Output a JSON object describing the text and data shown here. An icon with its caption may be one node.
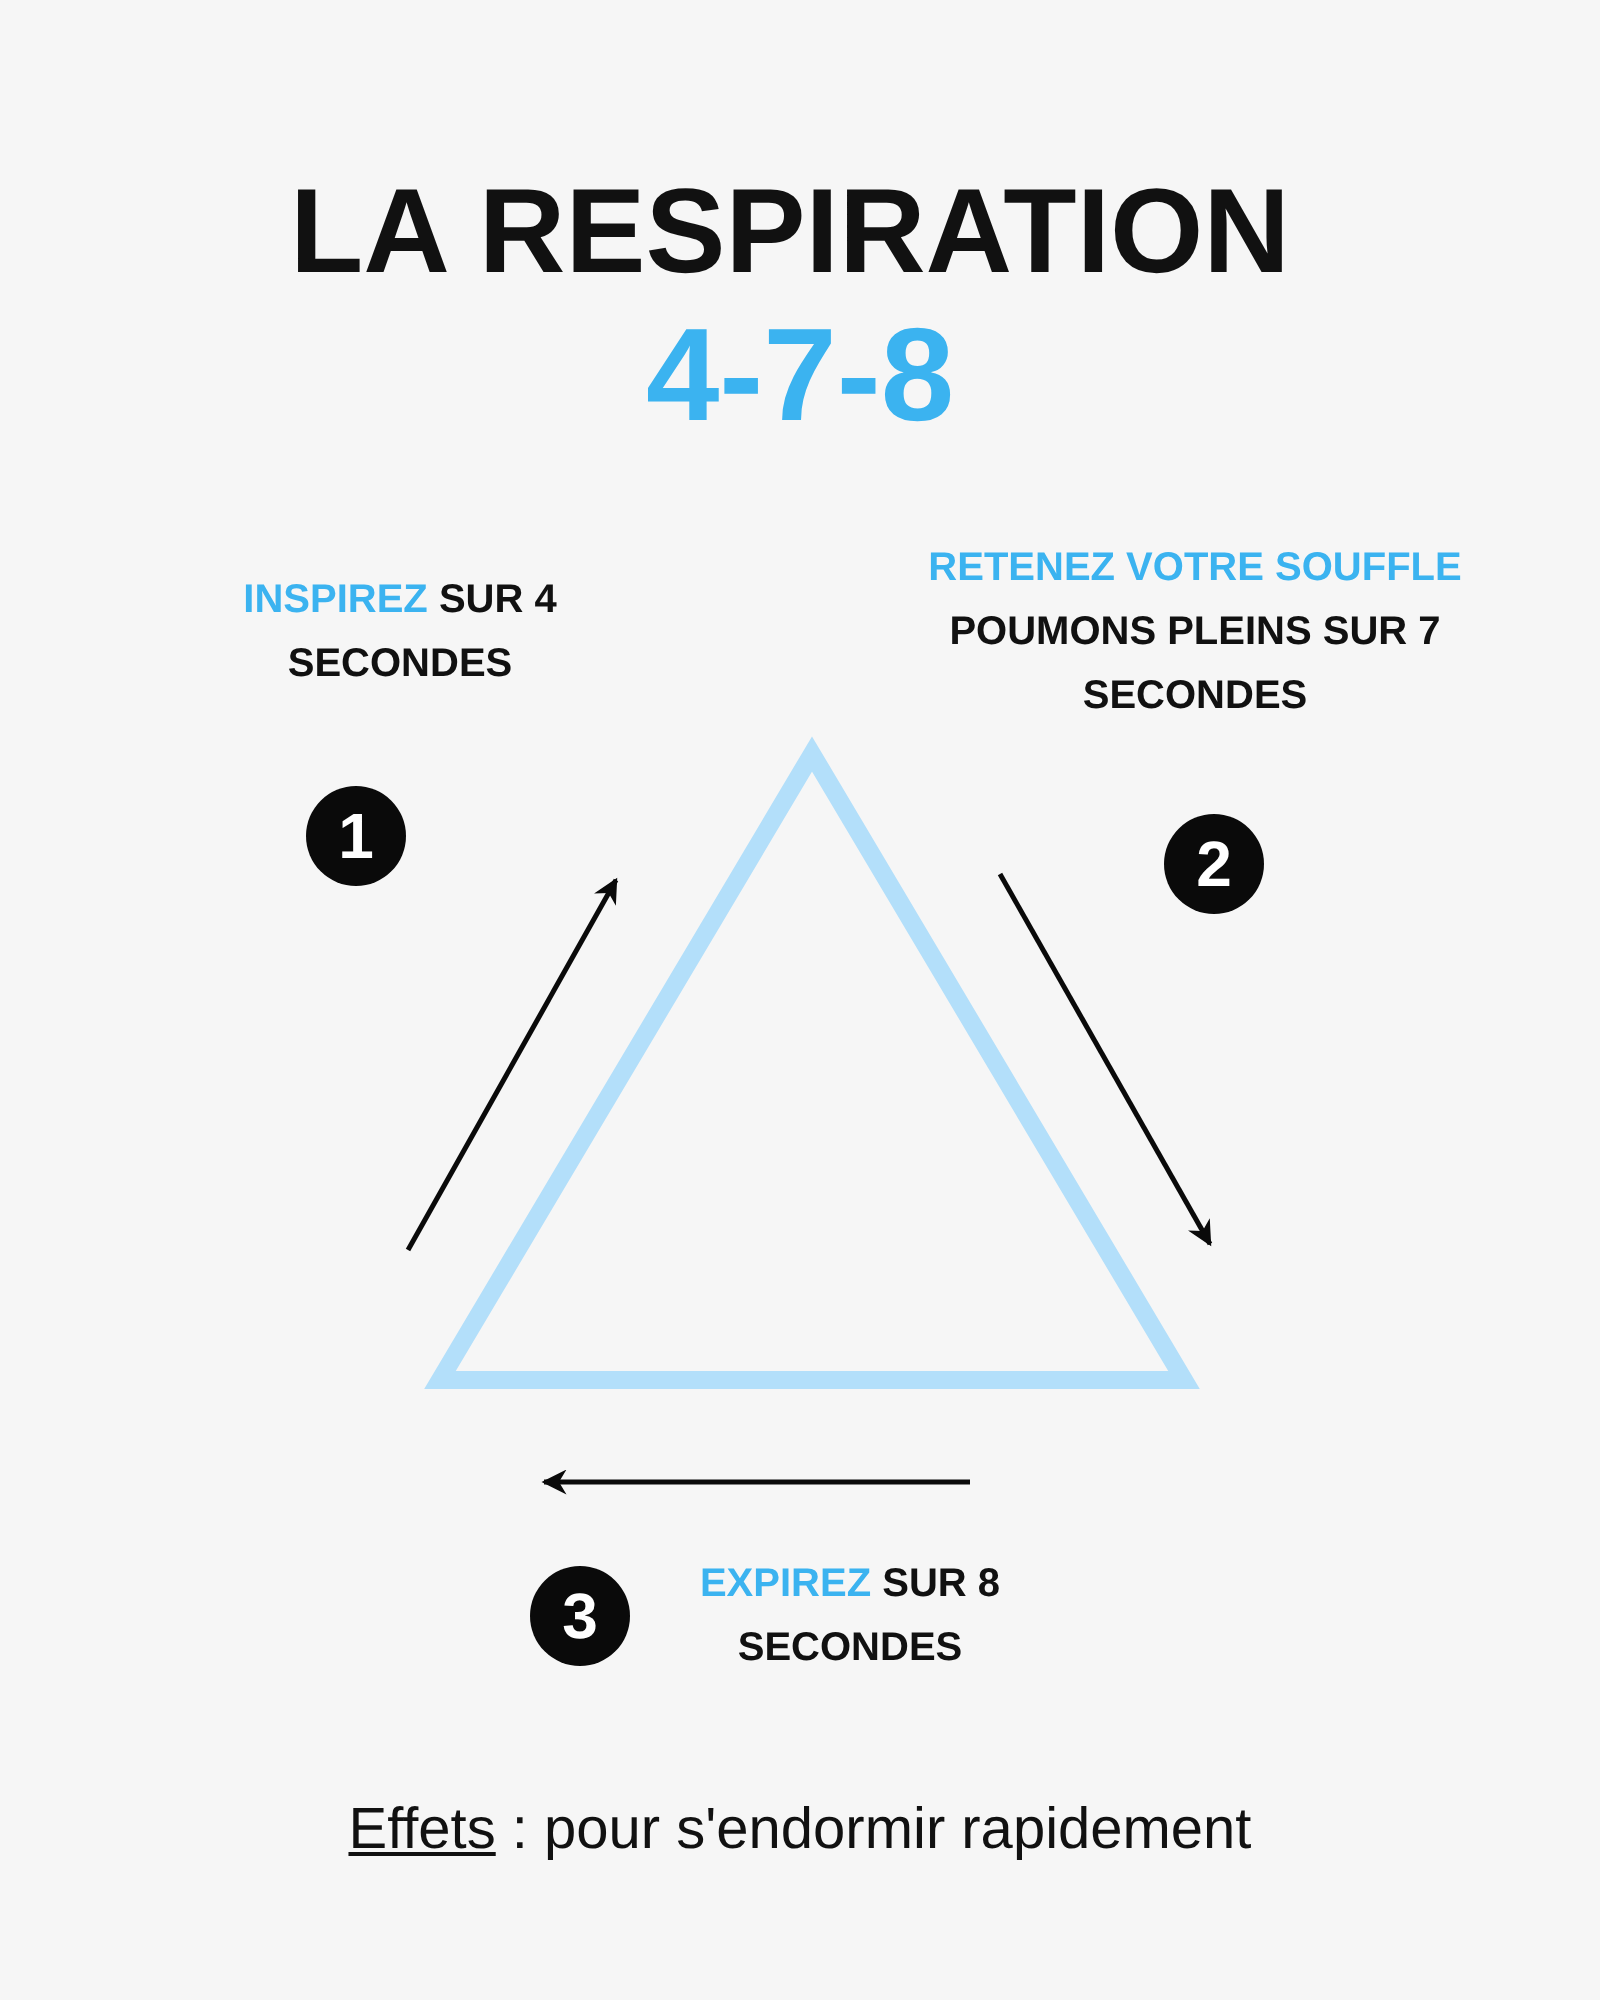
{
  "diagram": {
    "title": "LA RESPIRATION",
    "nodes": [
      {
        "text": [
          "1"
        ],
        "beside": [
          "INSPIREZ SUR 4 SECONDES"
        ]
      },
      {
        "text": [
          "2"
        ],
        "beside": [
          "RETENEZ VOTRE SOUFFLE POUMONS PLEINS SUR 7 SECONDES"
        ]
      },
      {
        "text": [
          "3"
        ],
        "beside": [
          "EXPIREZ SUR 8 SECONDES"
        ]
      }
    ],
    "labels": [
      "4-7-8",
      "Effets : pour s'endormir rapidement"
    ]
  }
}
